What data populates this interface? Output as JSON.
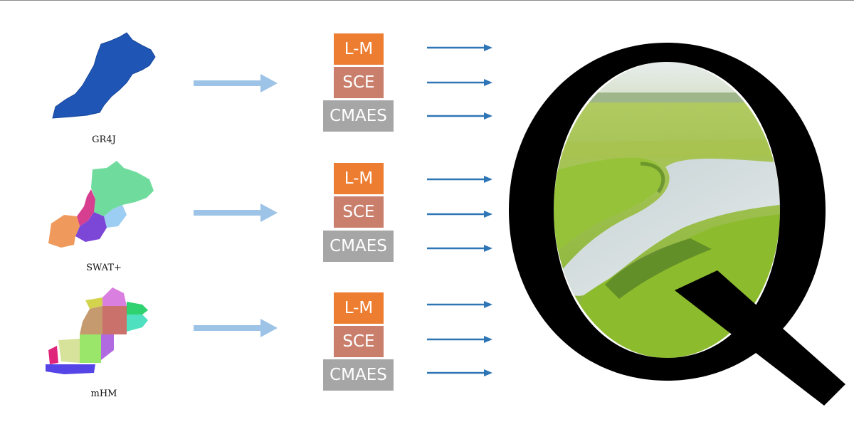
{
  "colors": {
    "lm": "#ed7d31",
    "sce": "#c97f6c",
    "cmaes": "#a6a6a6",
    "arrow_small": "#2e75b6",
    "arrow_big": "#9dc3e6",
    "q_letter": "#000000"
  },
  "models": [
    {
      "name": "GR4J",
      "icon": "basin-single-icon"
    },
    {
      "name": "SWAT+",
      "icon": "basin-subbasins-icon"
    },
    {
      "name": "mHM",
      "icon": "basin-grid-icon"
    }
  ],
  "algorithms": [
    "L-M",
    "SCE",
    "CMAES"
  ],
  "output": {
    "symbol": "Q",
    "icon": "river-landscape-image"
  }
}
